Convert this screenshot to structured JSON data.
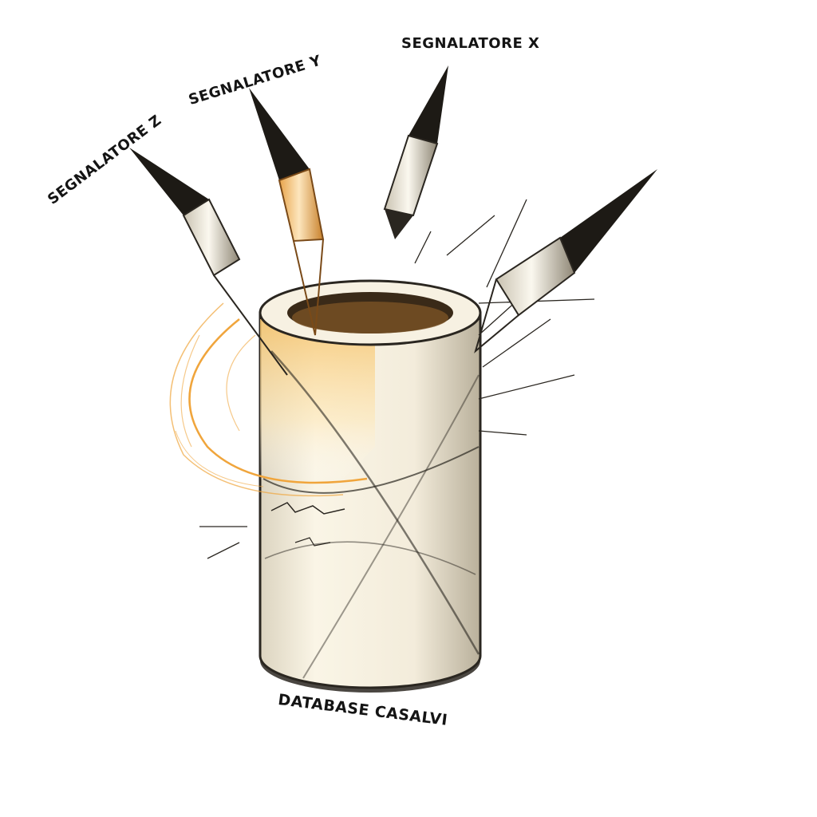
{
  "diagram": {
    "database": {
      "label": "DATABASE CASALVI",
      "icon": "database-cylinder-icon"
    },
    "markers": [
      {
        "label": "SEGNALATORE X",
        "icon": "arrow-icon"
      },
      {
        "label": "SEGNALATORE Y",
        "icon": "arrow-icon"
      },
      {
        "label": "SEGNALATORE Z",
        "icon": "arrow-icon"
      }
    ],
    "colors": {
      "ink": "#141414",
      "cylinder": "#f4efe2",
      "accent": "#f0a53c"
    }
  }
}
